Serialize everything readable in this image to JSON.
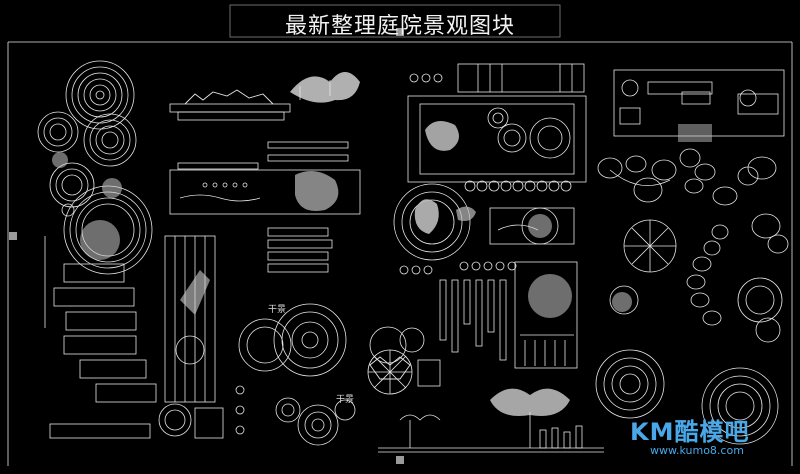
{
  "title": "最新整理庭院景观图块",
  "labels": {
    "label_a": "干景",
    "label_b": "干景"
  },
  "watermark": {
    "brand": "KM酷模吧",
    "url": "www.kumo8.com"
  },
  "colors": {
    "background": "#000000",
    "line": "#e6e6e6",
    "watermark": "#4aa8e8"
  }
}
